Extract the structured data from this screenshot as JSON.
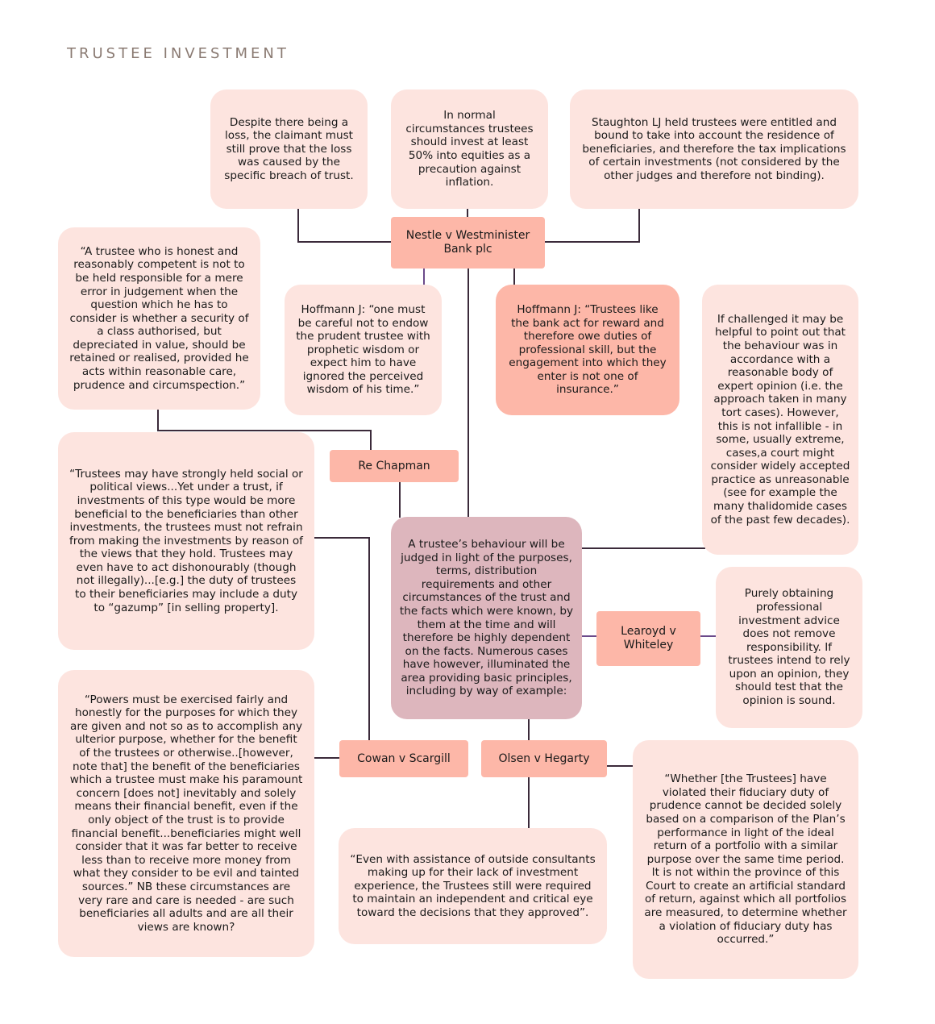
{
  "title": "TRUSTEE INVESTMENT",
  "colors": {
    "note": "#fde4df",
    "case": "#fdb7a8",
    "center": "#ddb6bd",
    "line": "#3b2a3a",
    "accent_line": "#6b4a8a"
  },
  "cases": {
    "nestle": "Nestle v Westminister Bank plc",
    "chapman": "Re Chapman",
    "learoyd": "Learoyd v Whiteley",
    "cowan": "Cowan v Scargill",
    "olsen": "Olsen v Hegarty"
  },
  "center": "A trustee’s behaviour will be judged in light of the purposes, terms, distribution requirements and other circumstances of the trust and the facts which were known, by them at the time and will therefore be highly dependent on the facts. Numerous cases have however, illuminated the area providing basic principles, including by way of example:",
  "notes": {
    "loss": "Despite there being a loss, the claimant must still prove that the loss was caused by the specific breach of trust.",
    "equities": "In normal circumstances trustees should invest at least 50% into equities as a precaution against inflation.",
    "staughton": "Staughton LJ held trustees were entitled and bound to take into account the residence of beneficiaries, and therefore the tax implications of certain investments (not considered by the other judges and therefore not binding).",
    "honest": "“A trustee who is honest and reasonably competent is not to be held responsible for a mere error in judgement when the question which he has to consider is whether a security of a class authorised, but depreciated in value, should be retained or realised, provided he acts within reasonable care, prudence and circumspection.”",
    "hoffmann1": "Hoffmann J: “one must be careful not to endow the prudent trustee with prophetic wisdom or expect him to have ignored the perceived wisdom of his time.”",
    "hoffmann2": "Hoffmann J: “Trustees like the bank act for reward and therefore owe duties of professional skill, but the engagement into which they enter is not one of insurance.”",
    "challenged": "If challenged it may be helpful to point out that the behaviour was in accordance with a reasonable body of expert opinion (i.e. the approach taken in many tort cases). However, this is not infallible - in some, usually extreme, cases,a court might consider widely accepted practice as unreasonable (see for example the many thalidomide cases of the past few decades).",
    "views": "“Trustees may have strongly held social or political views...Yet under a trust, if investments of this type would be more beneficial to the beneficiaries than other investments, the trustees must not refrain from making the investments by reason of the views that they hold. Trustees may even have to act dishonourably (though not illegally)...[e.g.] the duty of trustees to their beneficiaries may include a duty to “gazump” [in selling property].",
    "advice": "Purely obtaining professional investment advice does not remove responsibility. If trustees intend to rely upon an opinion, they should test that the opinion is sound.",
    "powers": "“Powers must be exercised fairly and honestly for the purposes for which they are given and not so as to accomplish any ulterior purpose, whether for the benefit of the trustees or otherwise..[however, note that] the benefit of the beneficiaries which a trustee must make his paramount concern [does not] inevitably and solely means their financial benefit, even if the only object of the trust is to provide financial benefit...beneficiaries might well consider that it was far better to receive less than to receive more money from what they consider to be evil and tainted sources.” NB these circumstances are very rare and care is needed - are such beneficiaries all adults and are all their views are known?",
    "consultants": "“Even with assistance of outside consultants making up for their lack of investment experience, the Trustees still were required to maintain an independent and critical eye toward the decisions that they approved”.",
    "fiduciary": "“Whether [the Trustees] have violated their fiduciary duty of prudence cannot be decided solely based on a comparison of the Plan’s performance in light of the ideal return of a portfolio with a similar purpose over the same time period. It is not within the province of this Court to create an artificial standard of return, against which all portfolios are measured, to determine whether a violation of fiduciary duty has occurred.”"
  }
}
